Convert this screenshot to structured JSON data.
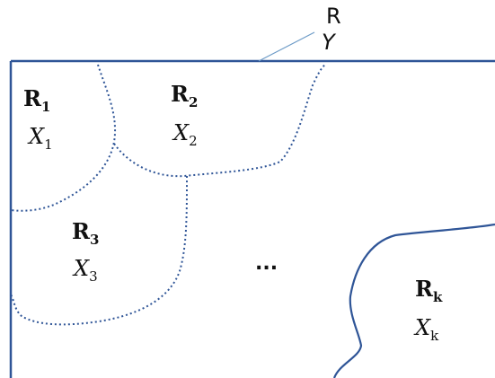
{
  "diagram": {
    "outer_label": "R",
    "outer_variable": "Y",
    "ellipsis": "...",
    "regions": [
      {
        "name": "R",
        "sub": "1",
        "var": "X",
        "var_sub": "1"
      },
      {
        "name": "R",
        "sub": "2",
        "var": "X",
        "var_sub": "2"
      },
      {
        "name": "R",
        "sub": "3",
        "var": "X",
        "var_sub": "3"
      },
      {
        "name": "R",
        "sub": "k",
        "var": "X",
        "var_sub": "k"
      }
    ]
  },
  "colors": {
    "frame": "#2f5597",
    "dotted": "#2f5597",
    "leader": "#6d9bc7",
    "text": "#111111"
  }
}
